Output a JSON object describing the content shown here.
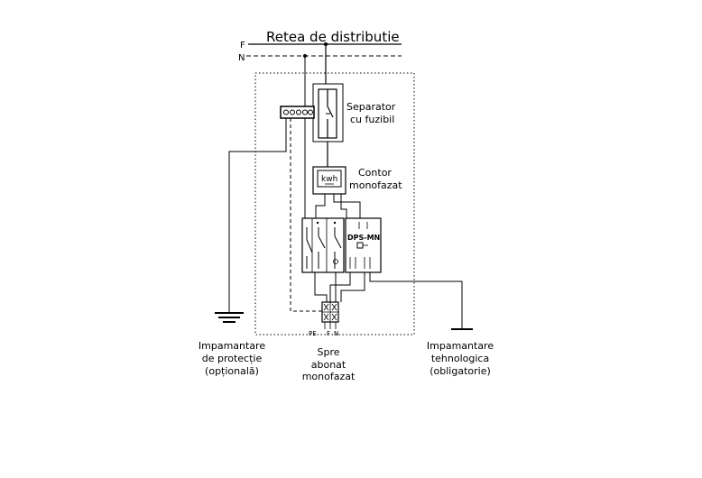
{
  "network": {
    "title": "Retea de distributie",
    "phase_label": "F",
    "neutral_label": "N"
  },
  "separator": {
    "line1": "Separator",
    "line2": "cu fuzibil"
  },
  "meter": {
    "line1": "Contor",
    "line2": "monofazat",
    "unit": "kwh"
  },
  "dps": {
    "label": "DPS-MN"
  },
  "bottom_terminals": {
    "pe": "PE",
    "f": "F",
    "n": "N"
  },
  "captions": {
    "protection_earth": [
      "Impamantare",
      "de protecție",
      "(opțională)"
    ],
    "subscriber": [
      "Spre",
      "abonat",
      "monofazat"
    ],
    "technical_earth": [
      "Impamantare",
      "tehnologica",
      "(obligatorie)"
    ]
  },
  "colors": {
    "line": "#000000",
    "background": "#ffffff"
  }
}
